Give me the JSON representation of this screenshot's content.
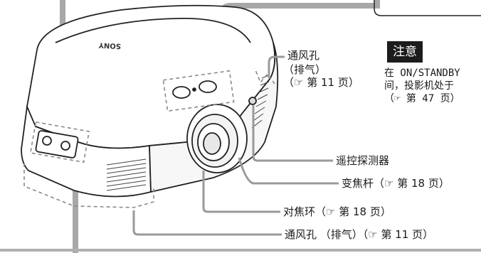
{
  "brand_logo": "SONY",
  "labels": {
    "vent_top_line1": "通风孔",
    "vent_top_line2": "（排气）",
    "vent_top_line3": "（☞ 第 11 页）",
    "remote_sensor": "遥控探测器",
    "zoom_lever": "变焦杆（☞ 第 18 页）",
    "focus_ring": "对焦环（☞ 第 18 页）",
    "vent_bottom": "通风孔 （排气）（☞ 第 11 页）"
  },
  "caution": {
    "title": "注意",
    "line1": "在 ON/STANDBY",
    "line2": "间，投影机处于",
    "line3": "（☞ 第 47 页）"
  },
  "colors": {
    "leader_gray": "#a8a8a8",
    "caution_bg": "#1c1c1c",
    "body_outline": "#222222"
  }
}
